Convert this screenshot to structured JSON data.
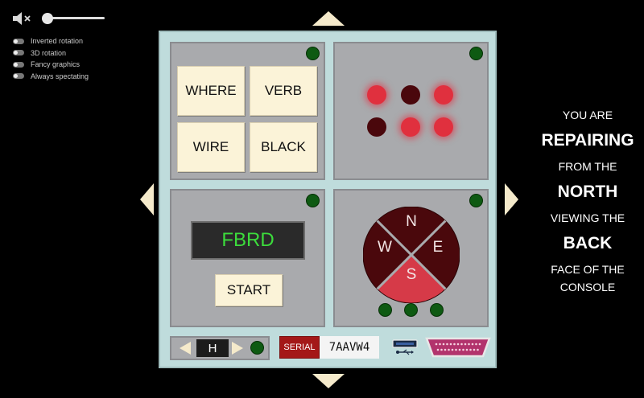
{
  "settings": {
    "volume_level": 0.0,
    "toggles": [
      {
        "label": "Inverted rotation",
        "on": false
      },
      {
        "label": "3D rotation",
        "on": false
      },
      {
        "label": "Fancy graphics",
        "on": false
      },
      {
        "label": "Always spectating",
        "on": false
      }
    ]
  },
  "modules": {
    "words": {
      "buttons": [
        "WHERE",
        "VERB",
        "WIRE",
        "BLACK"
      ]
    },
    "dots": {
      "states": [
        true,
        false,
        true,
        false,
        true,
        true
      ]
    },
    "display": {
      "code": "FBRD",
      "start_label": "START"
    },
    "compass": {
      "north": "N",
      "east": "E",
      "south": "S",
      "west": "W",
      "active": "S"
    }
  },
  "edgework": {
    "letter": "H",
    "serial_label": "SERIAL",
    "serial_number": "7AAVW4"
  },
  "status": {
    "line1": "YOU ARE",
    "action": "REPAIRING",
    "line2": "FROM THE",
    "direction": "NORTH",
    "line3": "VIEWING THE",
    "face": "BACK",
    "line4": "FACE OF THE",
    "line5": "CONSOLE"
  },
  "colors": {
    "dot_on": "#e0303e",
    "dot_off": "#4a070c",
    "led": "#0e5a12",
    "console": "#bfdcdc",
    "display_text": "#3cdc3c"
  }
}
